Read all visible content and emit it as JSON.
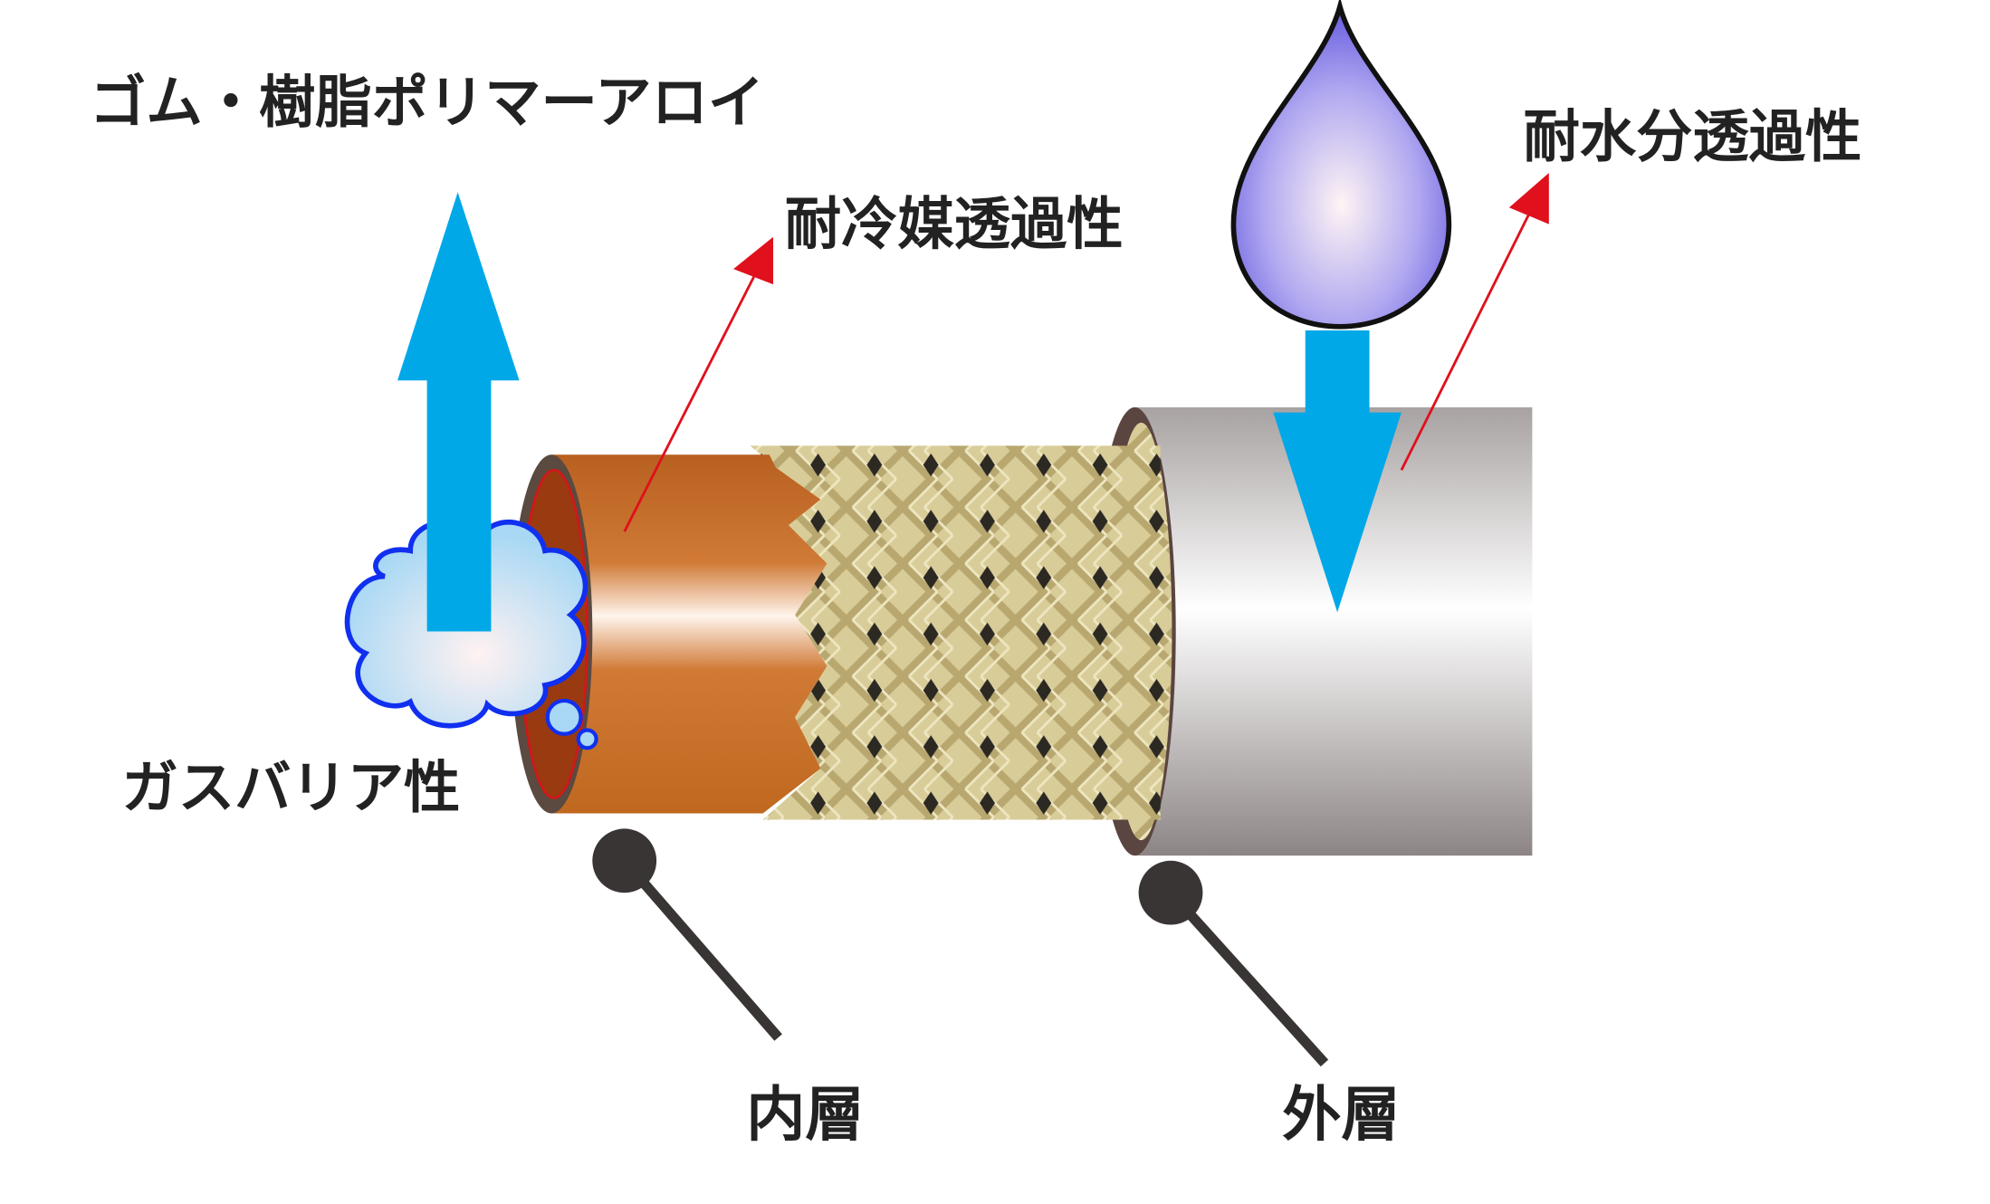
{
  "labels": {
    "material": "ゴム・樹脂ポリマーアロイ",
    "refrigerant_permeation": "耐冷媒透過性",
    "moisture_permeation": "耐水分透過性",
    "gas_barrier": "ガスバリア性",
    "inner_layer": "内層",
    "outer_layer": "外層"
  },
  "colors": {
    "arrow_blue": "#00a8e8",
    "inner_tube": "#c8702a",
    "braid": "#d8cc98",
    "outer_tube": "#d6d3d3",
    "leader_red": "#e0101c",
    "pin": "#3a3535"
  }
}
